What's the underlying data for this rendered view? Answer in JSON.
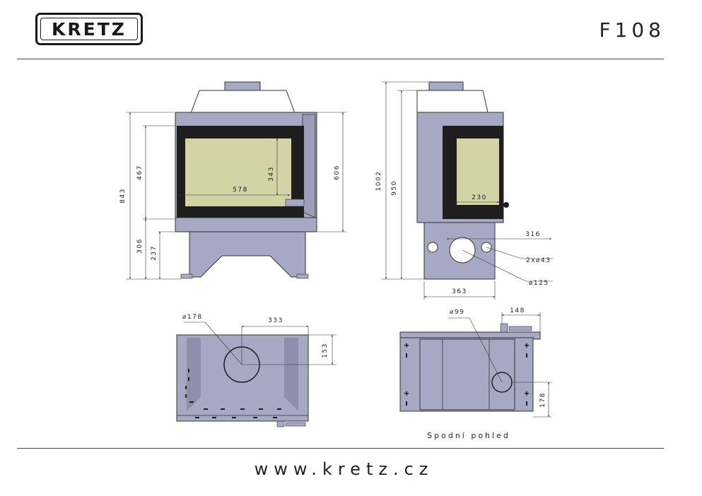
{
  "header": {
    "logo_text": "KRETZ",
    "model": "F108"
  },
  "footer": {
    "website": "www.kretz.cz"
  },
  "colors": {
    "body": "#a7a8c3",
    "glass": "#d3d3a6",
    "dark": "#1e1e1e",
    "line": "#333333"
  },
  "front_view": {
    "total_height": "843",
    "door_height": "467",
    "base_height": "306",
    "leg_height": "237",
    "glass_width": "578",
    "glass_height": "343",
    "body_height": "606"
  },
  "side_view": {
    "total_height": "1002",
    "body_height": "950",
    "glass_width": "230",
    "depth_offset": "316",
    "small_outlets": "2x⌀43",
    "flue_outlet": "⌀125",
    "base_depth": "363"
  },
  "top_view": {
    "flue_diameter": "⌀178",
    "flue_offset_x": "333",
    "flue_offset_y": "153"
  },
  "bottom_view": {
    "caption": "Spodní pohled",
    "air_diameter": "⌀99",
    "air_offset_x": "148",
    "air_offset_y": "178"
  }
}
